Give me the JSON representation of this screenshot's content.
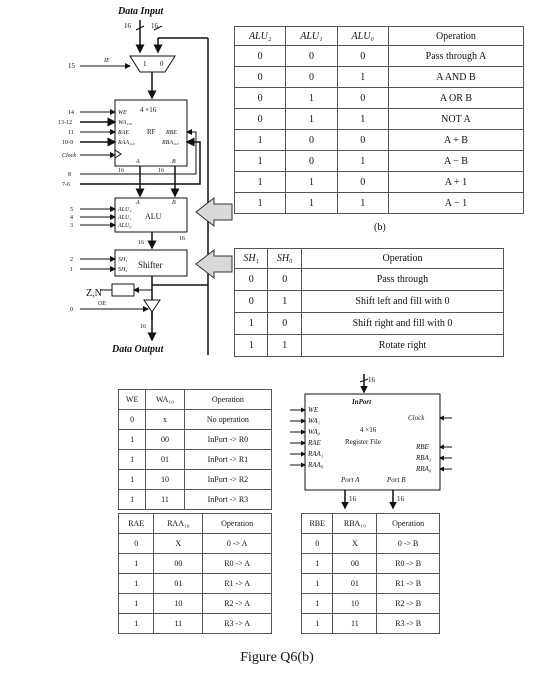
{
  "datapath": {
    "data_input": "Data Input",
    "data_output": "Data Output",
    "bus16_top_a": "16",
    "bus16_top_b": "16",
    "mux_labels": [
      "1",
      "0"
    ],
    "ie_signal": "IE",
    "ie_num": "15",
    "rf_size": "4 ×16",
    "rf_label": "RF",
    "rf_inputs": [
      "WE",
      "WA₁,₀",
      "RAE",
      "RAA₁,₀"
    ],
    "rf_rbe": "RBE",
    "rf_rba": "RBA₁,₀",
    "rf_port_a": "A",
    "rf_port_b": "B",
    "rf_nums": [
      "14",
      "13-12",
      "11",
      "10-9",
      "Clock"
    ],
    "bus16_rf_a": "16",
    "bus16_rf_b": "16",
    "rbe_nums": [
      "8",
      "7-6"
    ],
    "alu_inputs": [
      "ALU₂",
      "ALU₁",
      "ALU₀"
    ],
    "alu_label": "ALU",
    "alu_port_a": "A",
    "alu_port_b": "B",
    "alu_nums": [
      "5",
      "4",
      "3"
    ],
    "bus16_alu_out": "16",
    "bus16_alu_b": "16",
    "shifter_inputs": [
      "SH₁",
      "SH₀"
    ],
    "shifter_label": "Shifter",
    "shifter_nums": [
      "2",
      "1"
    ],
    "zn_label": "Z,N",
    "oe_signal": "OE",
    "oe_num": "0",
    "bus16_out": "16"
  },
  "alu_table": {
    "headers": [
      "ALU₂",
      "ALU₁",
      "ALU₀",
      "Operation"
    ],
    "rows": [
      [
        "0",
        "0",
        "0",
        "Pass through A"
      ],
      [
        "0",
        "0",
        "1",
        "A AND B"
      ],
      [
        "0",
        "1",
        "0",
        "A OR B"
      ],
      [
        "0",
        "1",
        "1",
        "NOT A"
      ],
      [
        "1",
        "0",
        "0",
        "A + B"
      ],
      [
        "1",
        "0",
        "1",
        "A − B"
      ],
      [
        "1",
        "1",
        "0",
        "A + 1"
      ],
      [
        "1",
        "1",
        "1",
        "A − 1"
      ]
    ],
    "label": "(b)"
  },
  "shifter_table": {
    "headers": [
      "SH₁",
      "SH₀",
      "Operation"
    ],
    "rows": [
      [
        "0",
        "0",
        "Pass through"
      ],
      [
        "0",
        "1",
        "Shift left and fill with 0"
      ],
      [
        "1",
        "0",
        "Shift right and fill with 0"
      ],
      [
        "1",
        "1",
        "Rotate right"
      ]
    ]
  },
  "register_file": {
    "bus_in": "16",
    "in_port": "InPort",
    "inputs": [
      "WE",
      "WA₁",
      "WA₀",
      "RAE",
      "RAA₁",
      "RAA₀"
    ],
    "clock": "Clock",
    "size": "4 ×16",
    "title": "Register File",
    "right_inputs": [
      "RBE",
      "RBA₁",
      "RBA₀"
    ],
    "port_a": "Port A",
    "port_b": "Port B",
    "bus_a": "16",
    "bus_b": "16"
  },
  "we_table": {
    "headers": [
      "WE",
      "WA₁₀",
      "Operation"
    ],
    "rows": [
      [
        "0",
        "x",
        "No operation"
      ],
      [
        "1",
        "00",
        "InPort -> R0"
      ],
      [
        "1",
        "01",
        "InPort -> R1"
      ],
      [
        "1",
        "10",
        "InPort -> R2"
      ],
      [
        "1",
        "11",
        "InPort -> R3"
      ]
    ]
  },
  "rae_table": {
    "headers": [
      "RAE",
      "RAA₁₀",
      "Operation"
    ],
    "rows": [
      [
        "0",
        "X",
        "0 -> A"
      ],
      [
        "1",
        "00",
        "R0 -> A"
      ],
      [
        "1",
        "01",
        "R1 -> A"
      ],
      [
        "1",
        "10",
        "R2 -> A"
      ],
      [
        "1",
        "11",
        "R3 -> A"
      ]
    ]
  },
  "rbe_table": {
    "headers": [
      "RBE",
      "RBA₁₀",
      "Operation"
    ],
    "rows": [
      [
        "0",
        "X",
        "0 -> B"
      ],
      [
        "1",
        "00",
        "R0 -> B"
      ],
      [
        "1",
        "01",
        "R1 -> B"
      ],
      [
        "1",
        "10",
        "R2 -> B"
      ],
      [
        "1",
        "11",
        "R3 -> B"
      ]
    ]
  },
  "caption": "Figure Q6(b)"
}
